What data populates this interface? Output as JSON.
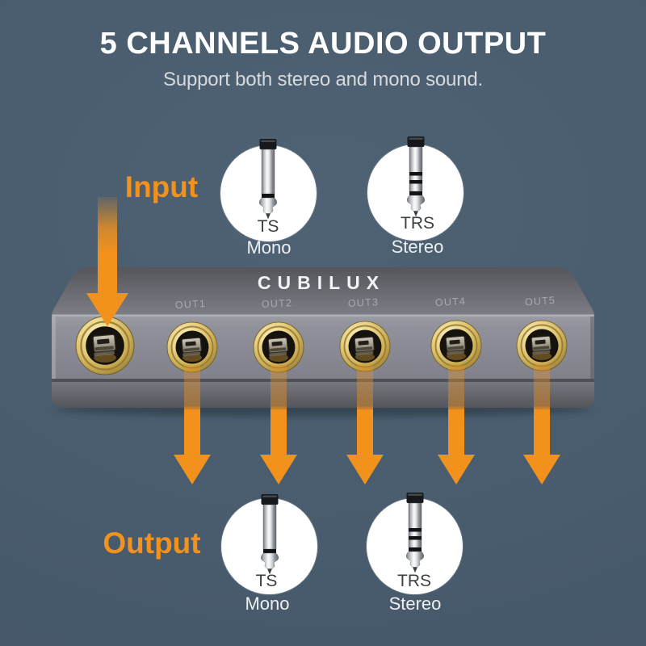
{
  "header": {
    "title": "5 CHANNELS AUDIO OUTPUT",
    "subtitle": "Support both stereo and mono sound."
  },
  "annotations": {
    "input_label": "Input",
    "output_label": "Output"
  },
  "device": {
    "brand": "CUBILUX",
    "ports": {
      "outputs": [
        "OUT1",
        "OUT2",
        "OUT3",
        "OUT4",
        "OUT5"
      ]
    }
  },
  "connector_legend": {
    "top": [
      {
        "type": "TS",
        "sound": "Mono"
      },
      {
        "type": "TRS",
        "sound": "Stereo"
      }
    ],
    "bottom": [
      {
        "type": "TS",
        "sound": "Mono"
      },
      {
        "type": "TRS",
        "sound": "Stereo"
      }
    ]
  },
  "colors": {
    "background": "#4A5D6F",
    "accent_orange": "#F2921D",
    "device_gray": "#8B8C93",
    "jack_gold": "#D9BE72",
    "legend_circle": "#FFFFFF",
    "title_text": "#FFFFFF"
  }
}
